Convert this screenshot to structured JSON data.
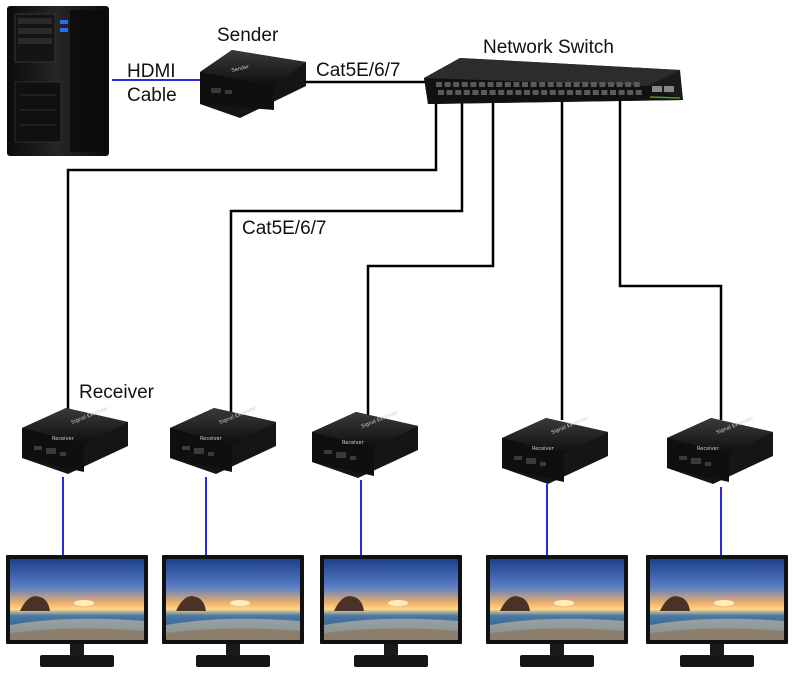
{
  "labels": {
    "hdmi_cable_line1": "HDMI",
    "hdmi_cable_line2": "Cable",
    "sender": "Sender",
    "cat_top": "Cat5E/6/7",
    "network_switch": "Network Switch",
    "cat_middle": "Cat5E/6/7",
    "receiver": "Receiver"
  },
  "device_text": {
    "extender_top": "Signal Extender",
    "receiver_side": "Receiver",
    "sender_side": "Sender"
  },
  "colors": {
    "hdmi_line": "#2b2bd6",
    "network_line": "#000000",
    "device_body": "#1c1c1c"
  },
  "icons": {
    "pc": "desktop-tower-icon",
    "sender": "sender-box-icon",
    "switch": "network-switch-icon",
    "receiver": "receiver-box-icon",
    "monitor": "monitor-icon"
  },
  "receiver_count": 5
}
